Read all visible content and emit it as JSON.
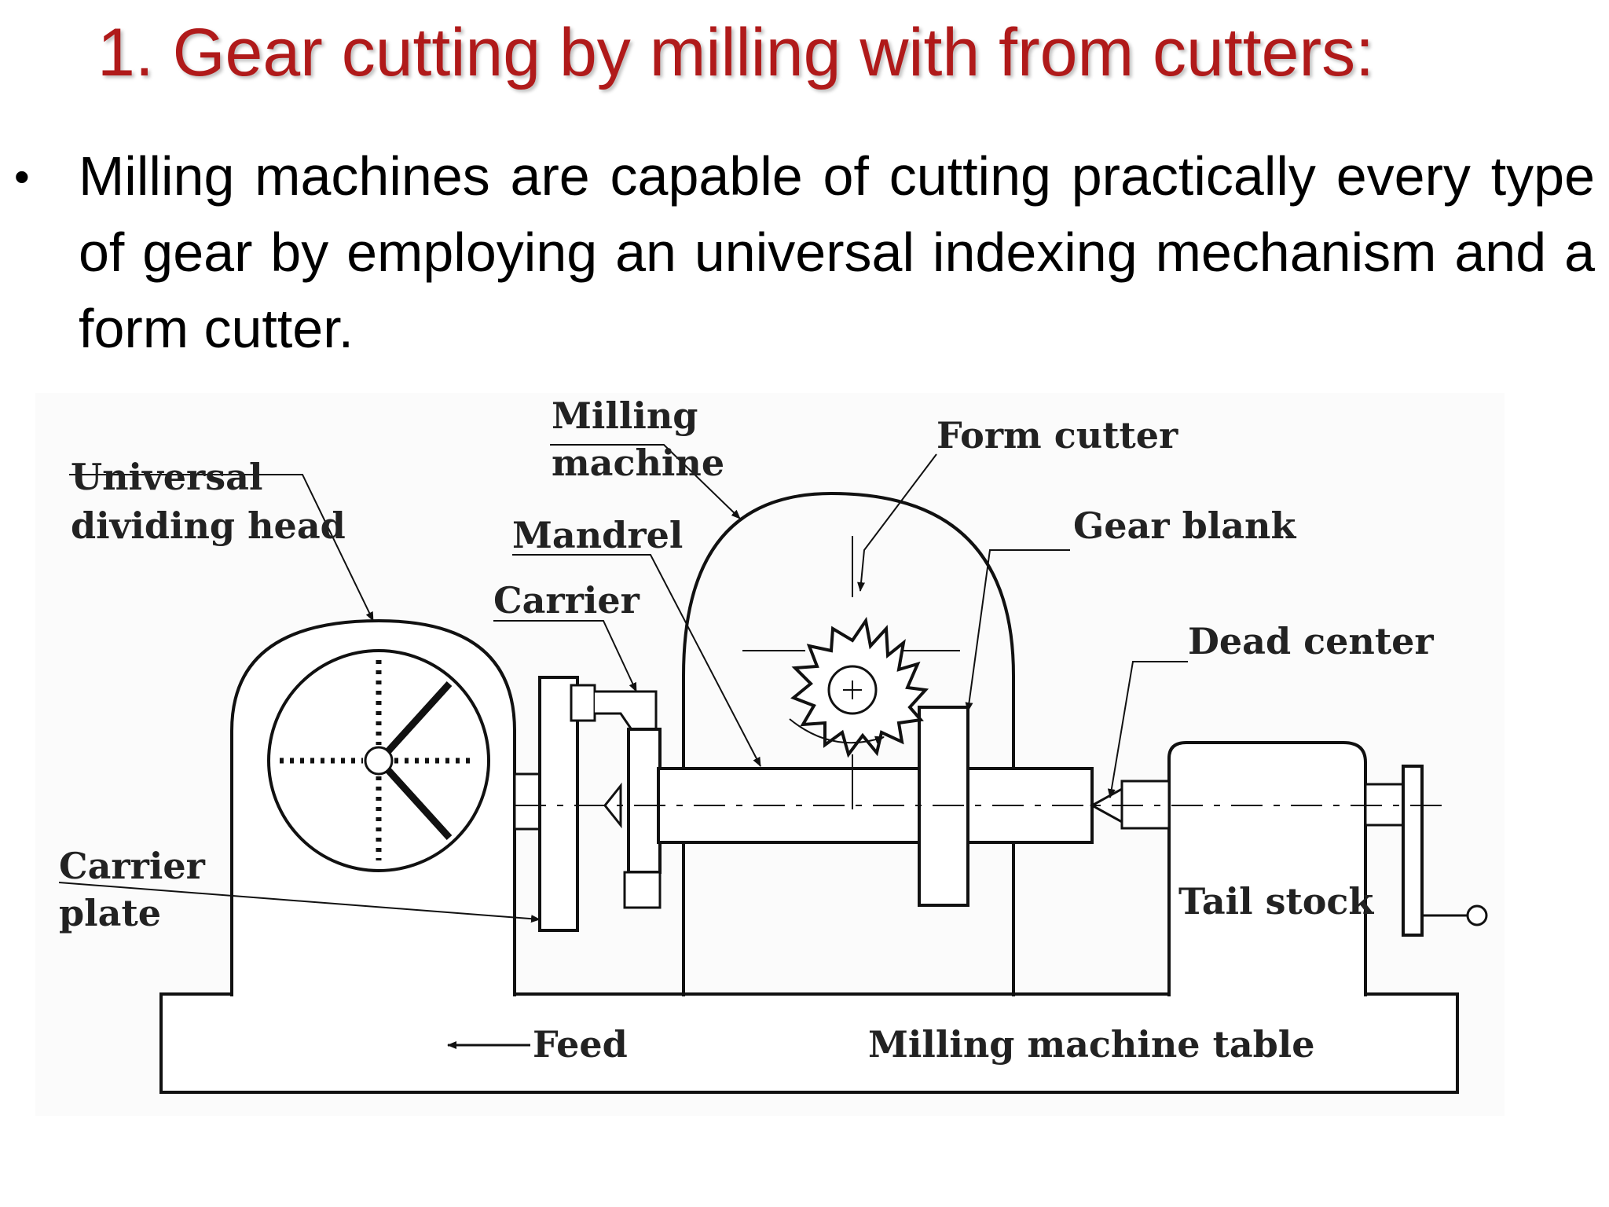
{
  "slide": {
    "title": "1. Gear cutting by milling with from cutters:",
    "bullet": "Milling machines are capable of cutting practically every type of gear by employing an universal indexing mechanism and a form  cutter."
  },
  "diagram": {
    "labels": {
      "milling_machine_1": "Milling",
      "milling_machine_2": "machine",
      "form_cutter": "Form cutter",
      "universal_dividing_head_1": "Universal",
      "universal_dividing_head_2": "dividing head",
      "mandrel": "Mandrel",
      "gear_blank": "Gear blank",
      "carrier": "Carrier",
      "dead_center": "Dead center",
      "carrier_plate_1": "Carrier",
      "carrier_plate_2": "plate",
      "tail_stock": "Tail stock",
      "feed": "Feed",
      "milling_machine_table": "Milling machine table"
    }
  }
}
